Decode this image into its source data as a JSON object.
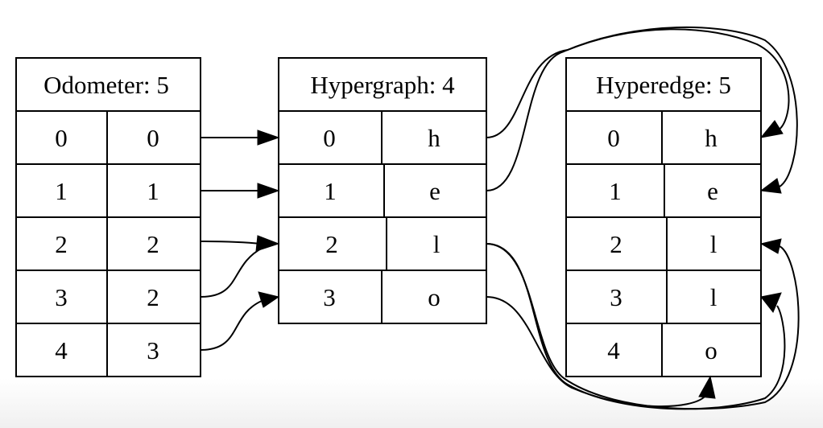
{
  "tables": {
    "odometer": {
      "title": "Odometer: 5",
      "rows": [
        [
          "0",
          "0"
        ],
        [
          "1",
          "1"
        ],
        [
          "2",
          "2"
        ],
        [
          "3",
          "2"
        ],
        [
          "4",
          "3"
        ]
      ]
    },
    "hypergraph": {
      "title": "Hypergraph: 4",
      "rows": [
        [
          "0",
          "h"
        ],
        [
          "1",
          "e"
        ],
        [
          "2",
          "l"
        ],
        [
          "3",
          "o"
        ]
      ]
    },
    "hyperedge": {
      "title": "Hyperedge: 5",
      "rows": [
        [
          "0",
          "h"
        ],
        [
          "1",
          "e"
        ],
        [
          "2",
          "l"
        ],
        [
          "3",
          "l"
        ],
        [
          "4",
          "o"
        ]
      ]
    }
  },
  "edges": {
    "odometer_to_hypergraph": [
      {
        "from_row": 0,
        "to_row": 0
      },
      {
        "from_row": 1,
        "to_row": 1
      },
      {
        "from_row": 2,
        "to_row": 2
      },
      {
        "from_row": 3,
        "to_row": 2
      },
      {
        "from_row": 4,
        "to_row": 3
      }
    ],
    "hypergraph_to_hyperedge": [
      {
        "from_row": 0,
        "to_row": 0
      },
      {
        "from_row": 1,
        "to_row": 1
      },
      {
        "from_row": 2,
        "to_row": 2
      },
      {
        "from_row": 2,
        "to_row": 3
      },
      {
        "from_row": 3,
        "to_row": 4
      }
    ]
  },
  "colors": {
    "stroke": "#000000",
    "fill": "#ffffff"
  }
}
